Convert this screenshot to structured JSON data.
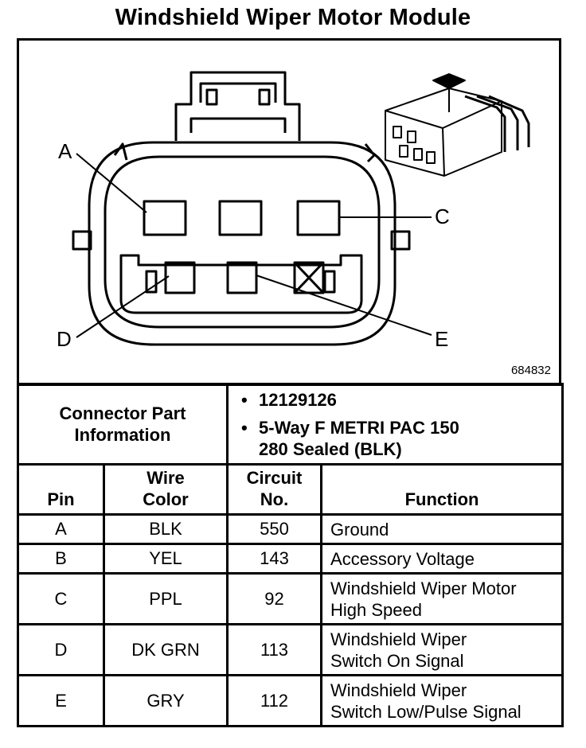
{
  "title": "Windshield Wiper Motor Module",
  "diagram": {
    "part_number": "684832",
    "pin_labels": [
      "A",
      "C",
      "D",
      "E"
    ]
  },
  "connector_info": {
    "label_line1": "Connector Part",
    "label_line2": "Information",
    "part_number": "12129126",
    "description_line1": "5-Way F METRI PAC 150",
    "description_line2": "280 Sealed (BLK)"
  },
  "table": {
    "headers": {
      "pin": "Pin",
      "wire_color_line1": "Wire",
      "wire_color_line2": "Color",
      "circuit_line1": "Circuit",
      "circuit_line2": "No.",
      "function": "Function"
    },
    "rows": [
      {
        "pin": "A",
        "color": "BLK",
        "circuit": "550",
        "function1": "Ground",
        "function2": ""
      },
      {
        "pin": "B",
        "color": "YEL",
        "circuit": "143",
        "function1": "Accessory Voltage",
        "function2": ""
      },
      {
        "pin": "C",
        "color": "PPL",
        "circuit": "92",
        "function1": "Windshield Wiper Motor",
        "function2": "High Speed"
      },
      {
        "pin": "D",
        "color": "DK GRN",
        "circuit": "113",
        "function1": "Windshield Wiper",
        "function2": "Switch On Signal"
      },
      {
        "pin": "E",
        "color": "GRY",
        "circuit": "112",
        "function1": "Windshield Wiper",
        "function2": "Switch Low/Pulse Signal"
      }
    ]
  }
}
